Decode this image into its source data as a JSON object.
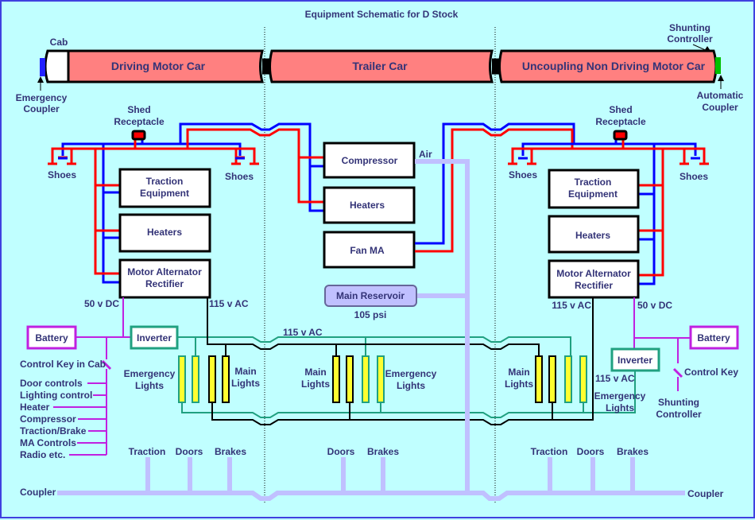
{
  "title": "Equipment Schematic for D Stock",
  "colors": {
    "background": "#c0ffff",
    "car_body": "#ff8080",
    "positive_rail": "#ff0000",
    "negative_rail": "#0000ff",
    "ac_supply": "#000000",
    "emergency_supply": "#20a080",
    "dc_control": "#c020e0",
    "air": "#c0c0ff",
    "emergency_coupler": "#2020ff",
    "automatic_coupler": "#00c000"
  },
  "cars": {
    "cab": "Cab",
    "driving_motor": "Driving Motor Car",
    "trailer": "Trailer Car",
    "uncoupling_ndm": "Uncoupling Non Driving Motor Car"
  },
  "couplers": {
    "emergency": [
      "Emergency",
      "Coupler"
    ],
    "automatic": [
      "Automatic",
      "Coupler"
    ],
    "shunting_controller_top": [
      "Shunting",
      "Controller"
    ]
  },
  "left": {
    "shed_receptacle": [
      "Shed",
      "Receptacle"
    ],
    "shoes_left": "Shoes",
    "shoes_right": "Shoes",
    "traction": [
      "Traction",
      "Equipment"
    ],
    "heaters": "Heaters",
    "mar": [
      "Motor Alternator",
      "Rectifier"
    ],
    "dc_label": "50 v DC",
    "ac_label": "115 v AC",
    "battery": "Battery",
    "inverter": "Inverter",
    "control_key": "Control Key in Cab",
    "controls": [
      "Door controls",
      "Lighting control",
      "Heater",
      "Compressor",
      "Traction/Brake",
      "MA Controls",
      "Radio etc."
    ],
    "emergency_lights": [
      "Emergency",
      "Lights"
    ],
    "main_lights": [
      "Main",
      "Lights"
    ],
    "air_users": [
      "Traction",
      "Doors",
      "Brakes"
    ]
  },
  "center": {
    "compressor": "Compressor",
    "heaters": "Heaters",
    "fan_ma": "Fan MA",
    "air_label": "Air",
    "main_reservoir": "Main Reservoir",
    "pressure": "105 psi",
    "ac_label": "115 v AC",
    "main_lights": [
      "Main",
      "Lights"
    ],
    "emergency_lights": [
      "Emergency",
      "Lights"
    ],
    "air_users": [
      "Doors",
      "Brakes"
    ]
  },
  "right": {
    "shed_receptacle": [
      "Shed",
      "Receptacle"
    ],
    "shoes_left": "Shoes",
    "shoes_right": "Shoes",
    "traction": [
      "Traction",
      "Equipment"
    ],
    "heaters": "Heaters",
    "mar": [
      "Motor Alternator",
      "Rectifier"
    ],
    "ac_label": "115 v AC",
    "dc_label": "50 v DC",
    "battery": "Battery",
    "inverter": "Inverter",
    "inverter_ac_label": "115 v AC",
    "control_key": "Control Key",
    "shunting_controller": [
      "Shunting",
      "Controller"
    ],
    "main_lights": [
      "Main",
      "Lights"
    ],
    "emergency_lights": [
      "Emergency",
      "Lights"
    ],
    "air_users": [
      "Traction",
      "Doors",
      "Brakes"
    ]
  },
  "coupler_left": "Coupler",
  "coupler_right": "Coupler"
}
